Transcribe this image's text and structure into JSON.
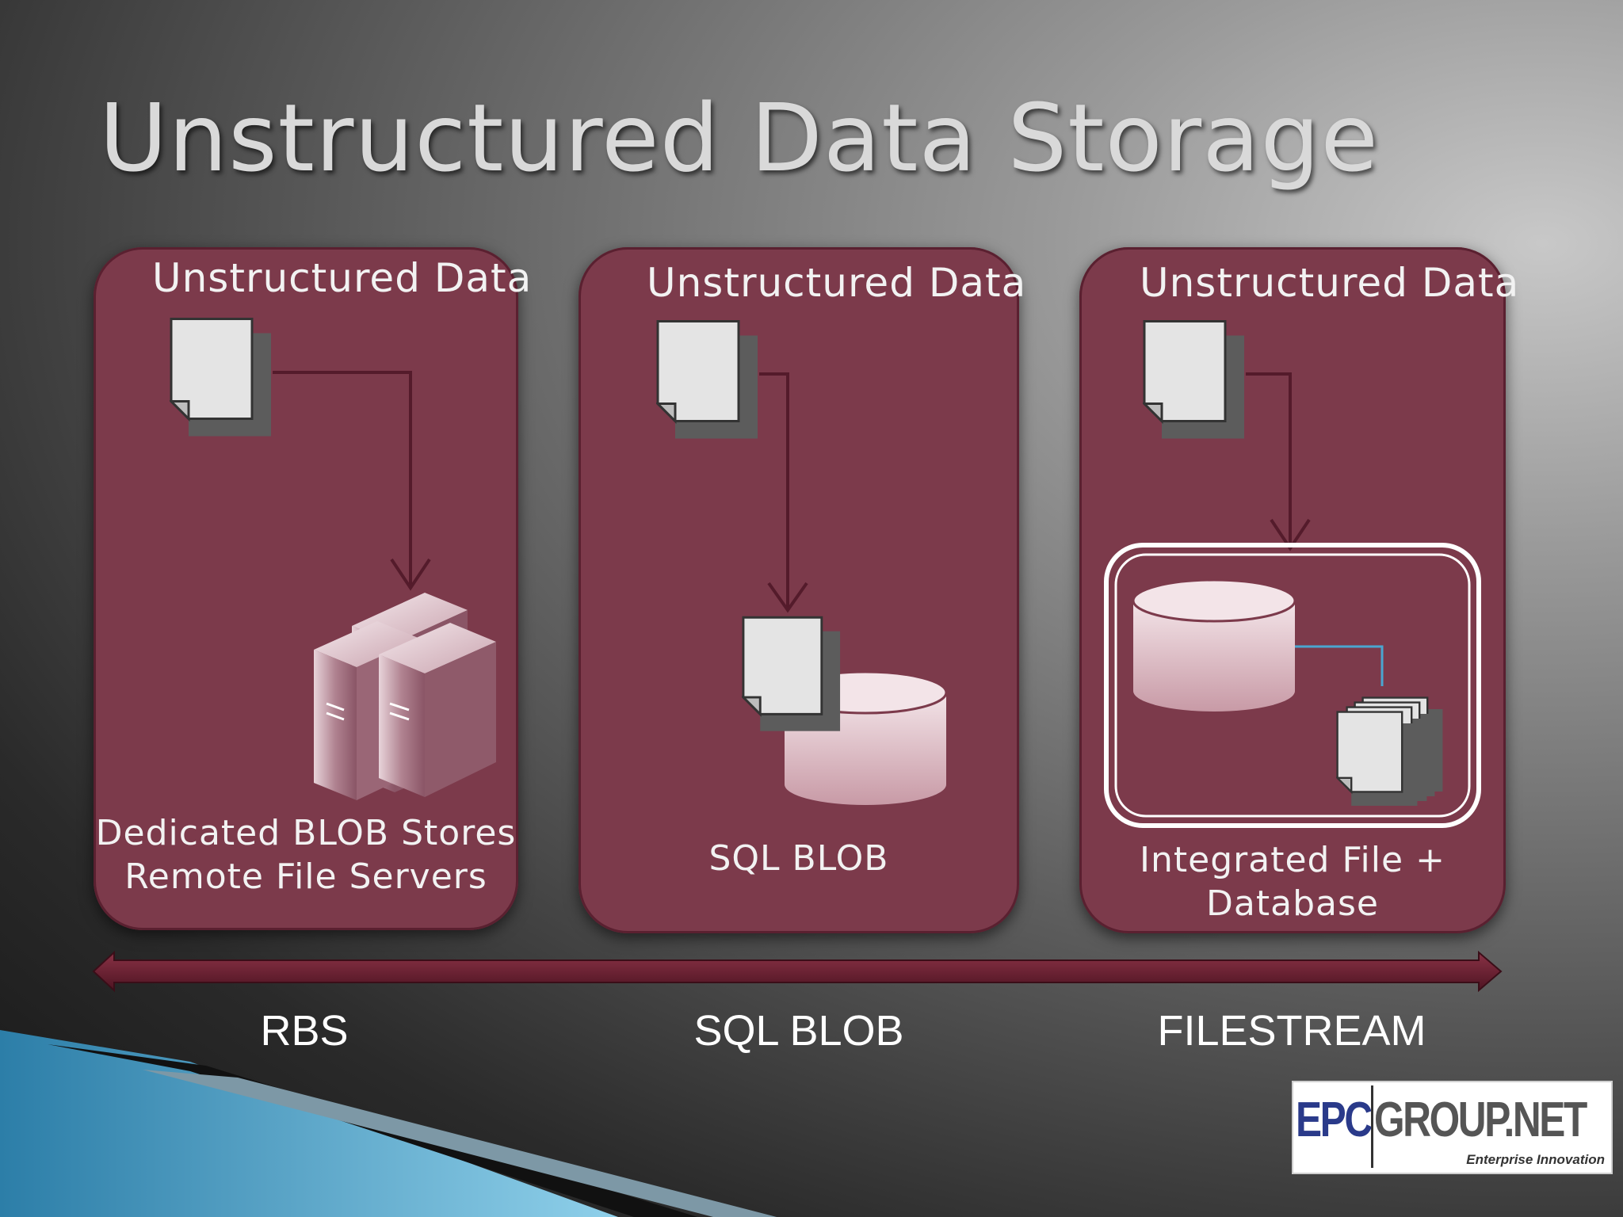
{
  "slide": {
    "title": "Unstructured Data Storage",
    "panels": [
      {
        "heading": "Unstructured Data",
        "caption_line1": "Dedicated BLOB Stores",
        "caption_line2": "Remote File Servers"
      },
      {
        "heading": "Unstructured Data",
        "caption_line1": "SQL BLOB",
        "caption_line2": ""
      },
      {
        "heading": "Unstructured Data",
        "caption_line1": "Integrated File +",
        "caption_line2": "Database"
      }
    ],
    "spectrum_labels": [
      "RBS",
      "SQL BLOB",
      "FILESTREAM"
    ],
    "logo": {
      "left": "EPC",
      "right": "GROUP.NET",
      "tagline": "Enterprise Innovation"
    },
    "colors": {
      "panel": "#7c3a4b",
      "arrow": "#6b2233",
      "logo_blue": "#2a3a8a"
    }
  }
}
